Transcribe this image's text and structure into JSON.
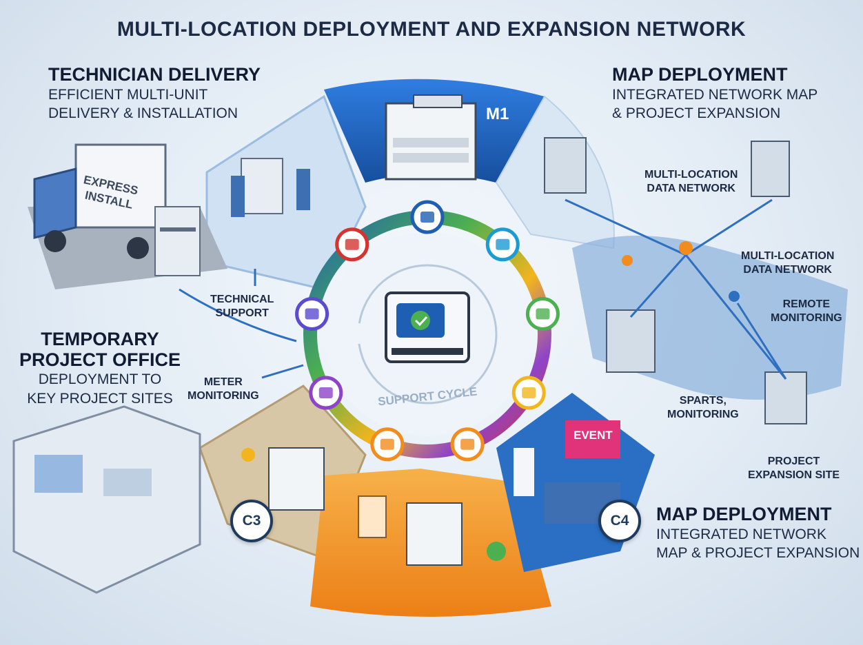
{
  "title": "MULTI-LOCATION DEPLOYMENT AND EXPANSION NETWORK",
  "sections": {
    "technician_delivery": {
      "heading": "TECHNICIAN DELIVERY",
      "sub_line1": "EFFICIENT MULTI-UNIT",
      "sub_line2": "DELIVERY & INSTALLATION",
      "truck_label_line1": "EXPRESS",
      "truck_label_line2": "INSTALL"
    },
    "map_deployment_top": {
      "heading": "MAP DEPLOYMENT",
      "sub_line1": "INTEGRATED NETWORK MAP",
      "sub_line2": "& PROJECT EXPANSION"
    },
    "temporary_project_office": {
      "heading_line1": "TEMPORARY",
      "heading_line2": "PROJECT OFFICE",
      "sub_line1": "DEPLOYMENT TO",
      "sub_line2": "KEY PROJECT SITES"
    },
    "map_deployment_bottom": {
      "heading": "MAP DEPLOYMENT",
      "sub_line1": "INTEGRATED NETWORK",
      "sub_line2": "MAP & PROJECT EXPANSION"
    }
  },
  "center": {
    "label": "SUPPORT CYCLE"
  },
  "badges": {
    "m1": "M1",
    "c3": "C3",
    "c4": "C4"
  },
  "event_sign": "EVENT",
  "labels": {
    "technical_support_line1": "TECHNICAL",
    "technical_support_line2": "SUPPORT",
    "meter_monitoring_line1": "METER",
    "meter_monitoring_line2": "MONITORING",
    "data_network_1_line1": "MULTI-LOCATION",
    "data_network_1_line2": "DATA NETWORK",
    "data_network_2_line1": "MULTI-LOCATION",
    "data_network_2_line2": "DATA NETWORK",
    "remote_monitoring_line1": "REMOTE",
    "remote_monitoring_line2": "MONITORING",
    "sparts_line1": "SPARTS,",
    "sparts_line2": "MONITORING",
    "expansion_site_line1": "PROJECT",
    "expansion_site_line2": "EXPANSION SITE"
  },
  "cycle_nodes": [
    {
      "icon": "printer-icon",
      "color": "#1e5fb4"
    },
    {
      "icon": "toner-cartridges-icon",
      "color": "#1c9ad6"
    },
    {
      "icon": "settings-document-icon",
      "color": "#4caf50"
    },
    {
      "icon": "calendar-icon",
      "color": "#f2b51d"
    },
    {
      "icon": "invoice-check-icon",
      "color": "#f28c1d"
    },
    {
      "icon": "receipt-icon",
      "color": "#f28c1d"
    },
    {
      "icon": "cloud-upload-icon",
      "color": "#8e44c9"
    },
    {
      "icon": "cloud-network-icon",
      "color": "#5b4bcf"
    },
    {
      "icon": "stopwatch-icon",
      "color": "#d6332f"
    }
  ],
  "colors": {
    "ring_blue": "#1e5fb4",
    "ring_green": "#4caf50",
    "ring_orange": "#f28c1d",
    "ring_purple": "#8e44c9",
    "ring_red": "#d6332f"
  }
}
